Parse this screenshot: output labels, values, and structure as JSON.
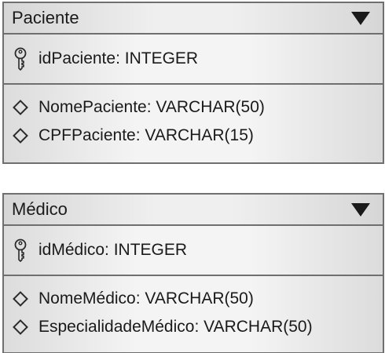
{
  "entities": [
    {
      "name": "Paciente",
      "primary_key": "idPaciente: INTEGER",
      "attributes": [
        "NomePaciente: VARCHAR(50)",
        "CPFPaciente: VARCHAR(15)"
      ]
    },
    {
      "name": "Médico",
      "primary_key": "idMédico: INTEGER",
      "attributes": [
        "NomeMédico: VARCHAR(50)",
        "EspecialidadeMédico: VARCHAR(50)"
      ]
    }
  ],
  "icons": {
    "header_toggle": "triangle-down-icon",
    "primary_key": "key-icon",
    "attribute": "diamond-icon"
  }
}
